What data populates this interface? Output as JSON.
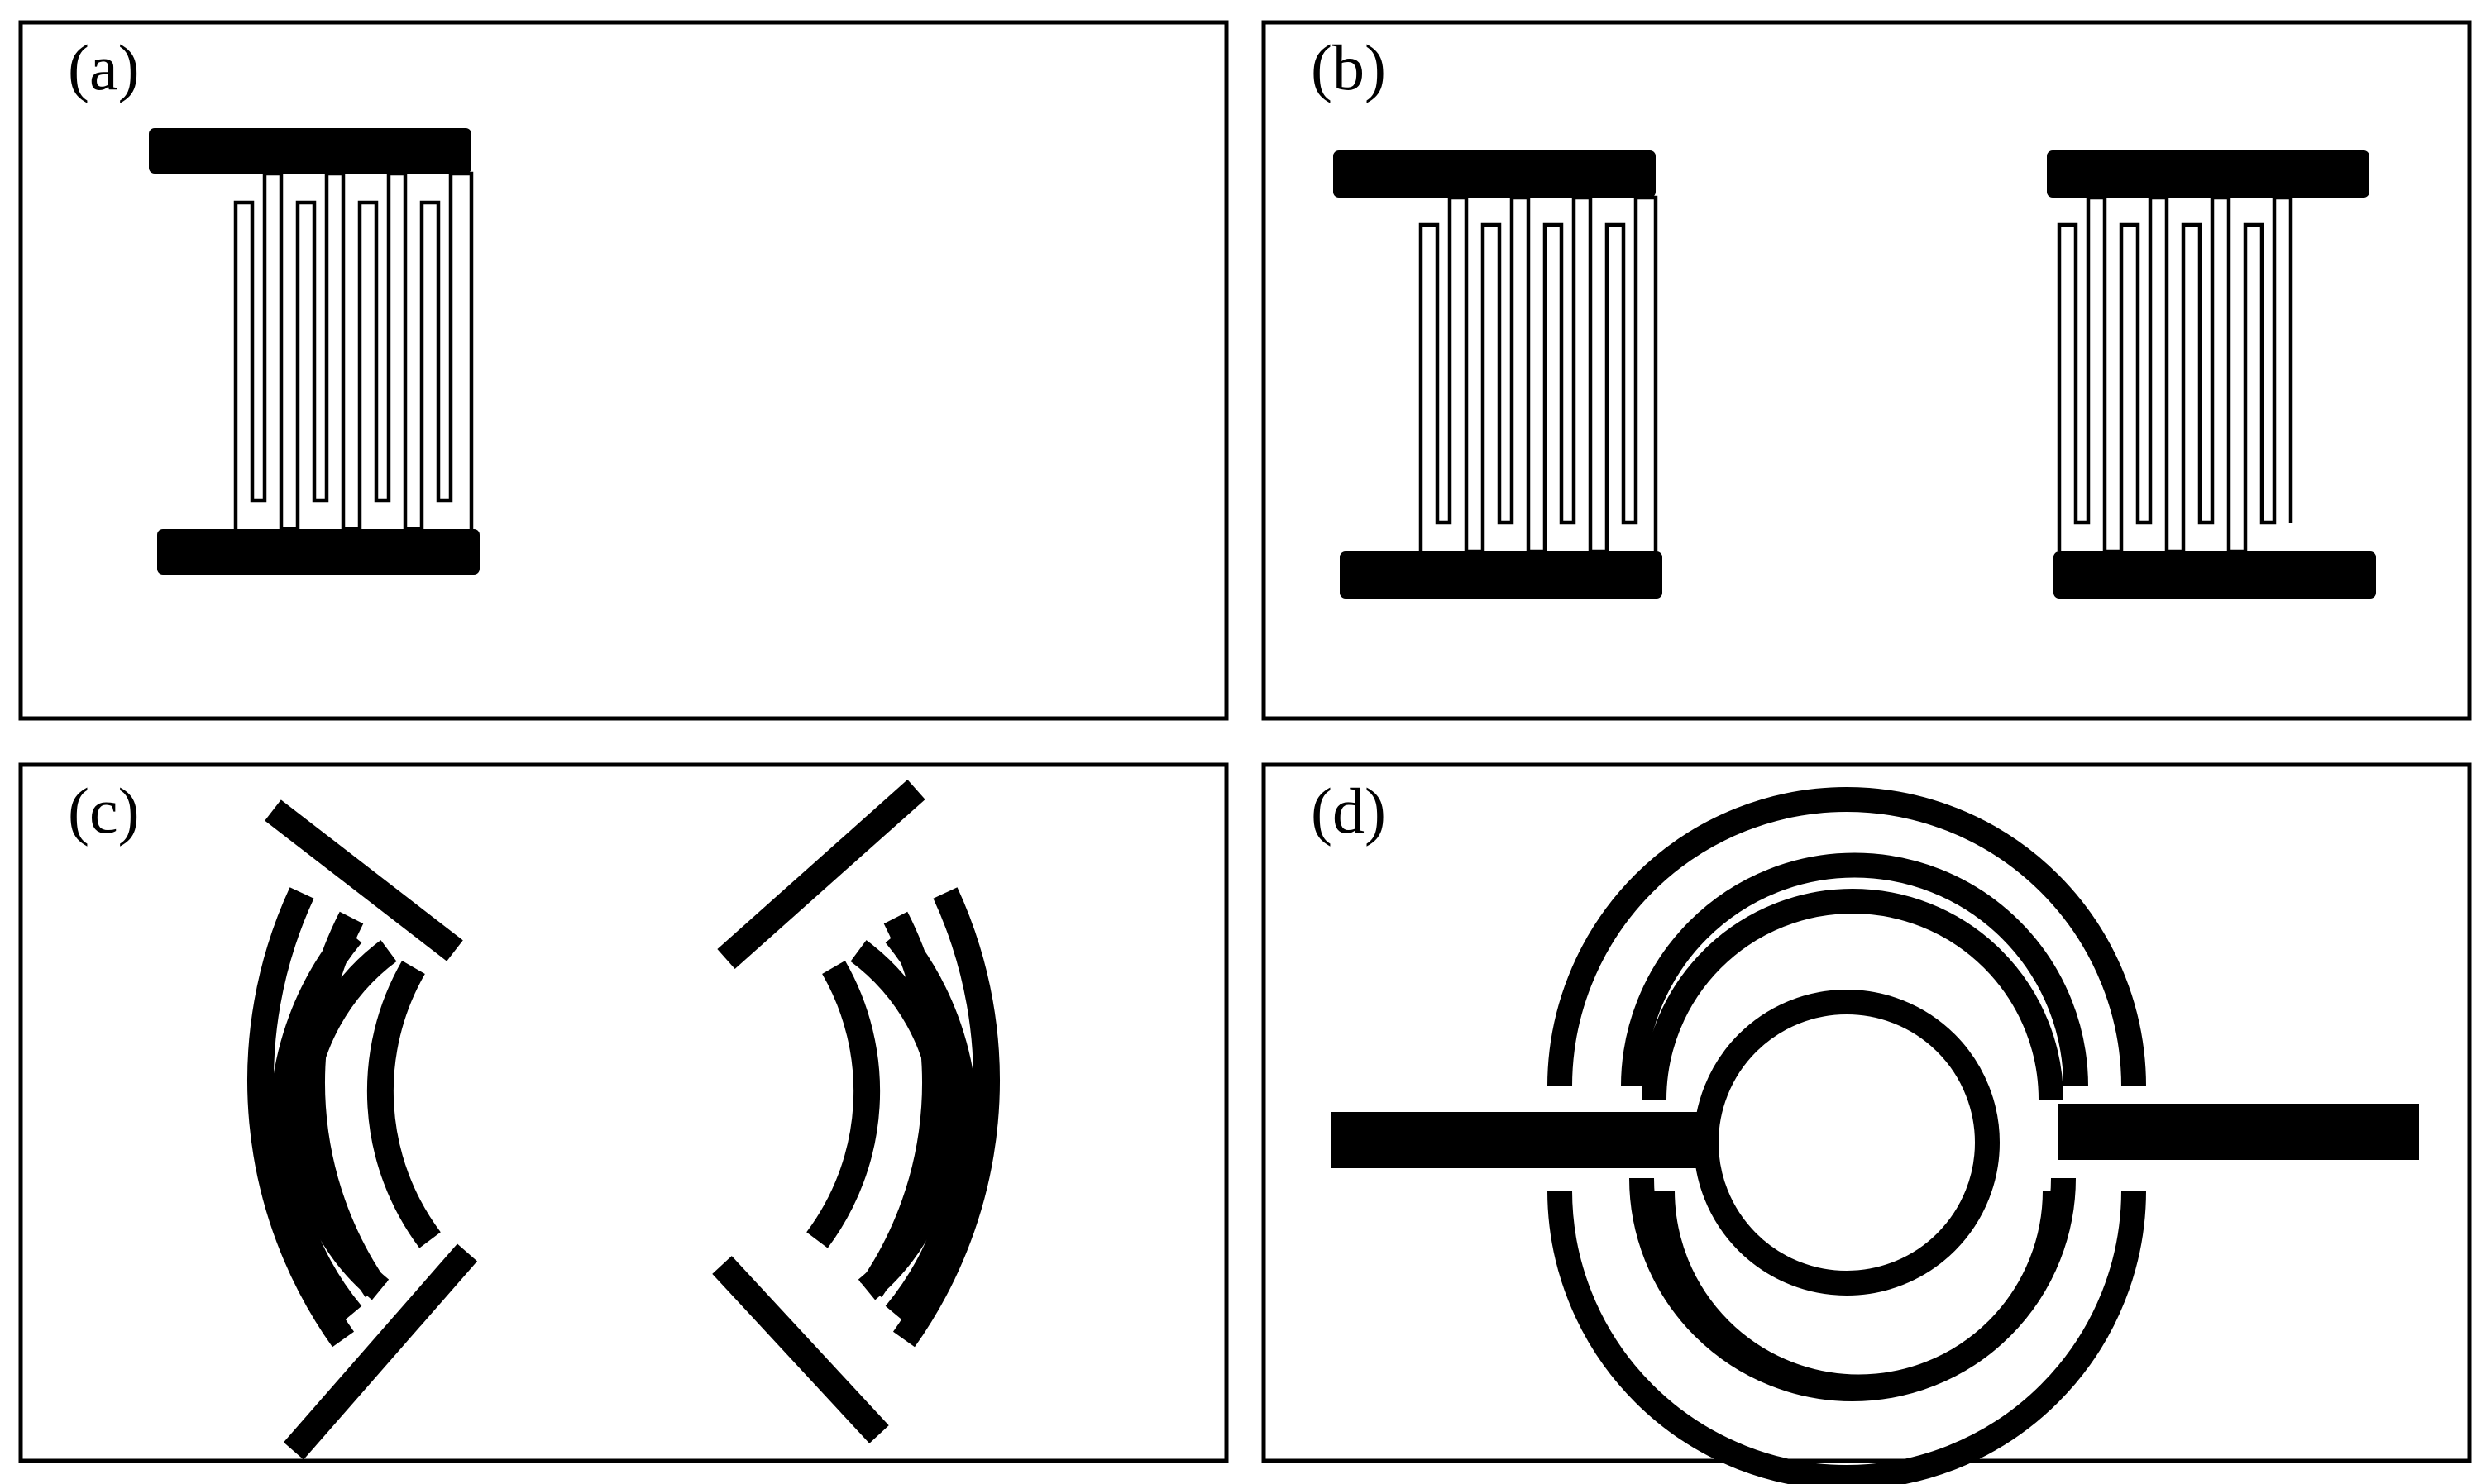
{
  "figure": {
    "panels": [
      {
        "id": "a",
        "label": "(a)",
        "description_items": 1
      },
      {
        "id": "b",
        "label": "(b)",
        "description_items": 2
      },
      {
        "id": "c",
        "label": "(c)",
        "description_items": 2
      },
      {
        "id": "d",
        "label": "(d)",
        "description_items": 1
      }
    ]
  },
  "colors": {
    "ink": "#000000",
    "background": "#ffffff"
  }
}
